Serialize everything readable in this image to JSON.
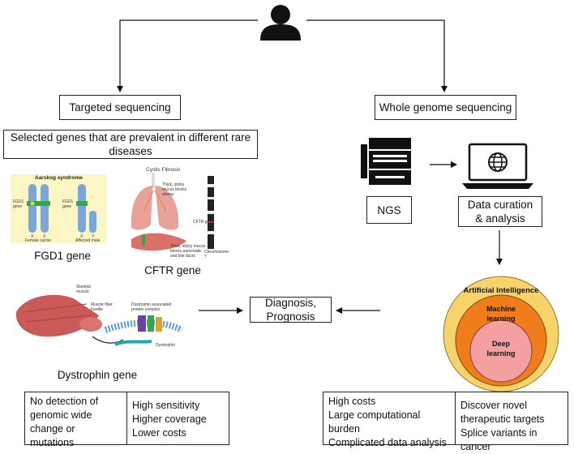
{
  "nodes": {
    "targeted": "Targeted sequencing",
    "whole_genome": "Whole genome sequencing",
    "selected_genes_line1": "Selected genes that are prevalent in different rare",
    "selected_genes_line2": "diseases",
    "ngs": "NGS",
    "data_curation_line1": "Data curation",
    "data_curation_line2": "& analysis",
    "diagnosis": "Diagnosis, Prognosis"
  },
  "genes": {
    "fgd1": "FGD1 gene",
    "cftr": "CFTR gene",
    "dystrophin": "Dystrophin gene"
  },
  "figure_text": {
    "aarskog_title": "Aarskog syndrome",
    "female_carrier": "Female carrier",
    "affected_male": "Affected male",
    "fgd1_label": "FGD1 gene",
    "x_label": "X",
    "y_label": "Y",
    "cystic_fibrosis": "Cystic Fibrosis",
    "cf_mucus_airway": "Thick, sticky mucus blocks airway",
    "cf_gene_label": "CFTR gene",
    "cf_chromosome": "Chromosome 7",
    "cf_mucus_pancreas": "Thick, sticky mucus blocks pancreatic and bile ducts",
    "skeletal_muscle": "Skeletal muscle",
    "muscle_fiber": "Muscle fiber bundle",
    "dap_complex": "Dystrophin associated protein complex",
    "dystrophin": "Dystrophin"
  },
  "ai": {
    "outer": "Artificial Intelligence",
    "middle": "Machine learning",
    "inner": "Deep learning"
  },
  "table_left": {
    "col1": [
      "No detection of",
      "genomic wide",
      "change or",
      "mutations"
    ],
    "col2": [
      "High sensitivity",
      "Higher coverage",
      "Lower costs"
    ]
  },
  "table_right": {
    "col1": [
      "High costs",
      "Large computational",
      "burden",
      "Complicated data analysis"
    ],
    "col2": [
      "Discover novel",
      "therapeutic targets",
      "Splice variants in cancer"
    ]
  },
  "colors": {
    "ai_outer": "#f7d46a",
    "ai_middle": "#f07d1c",
    "ai_inner": "#f5a0a0",
    "aarskog_bg": "#fbf6c4",
    "chromosome_blue": "#7aa6d9",
    "lung": "#e8a29a"
  }
}
